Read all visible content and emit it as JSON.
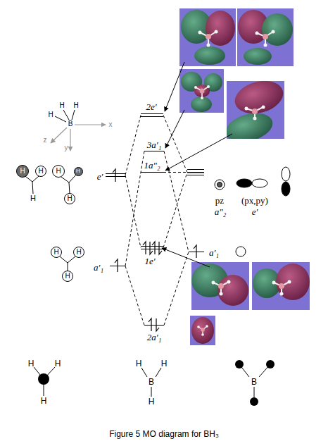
{
  "diagram": {
    "caption": "Figure 5 MO diagram for BH₃",
    "nodes": [
      {
        "text": [
          "2e′"
        ]
      },
      {
        "text": [
          "3a′₁"
        ]
      },
      {
        "text": [
          "H"
        ]
      },
      {
        "text": [
          "H"
        ]
      },
      {
        "text": [
          "H"
        ]
      },
      {
        "text": [
          "H"
        ]
      },
      {
        "text": [
          "e′"
        ]
      },
      {
        "text": [
          "1a″₂"
        ]
      },
      {
        "text": [
          "pz",
          "a″₂",
          "(px,py)",
          "e′"
        ]
      },
      {
        "text": [
          "H"
        ]
      },
      {
        "text": [
          "H"
        ]
      },
      {
        "text": [
          "H"
        ]
      },
      {
        "text": [
          "1e′"
        ]
      },
      {
        "text": [
          "a′₁"
        ]
      },
      {
        "text": [
          "a′₁"
        ]
      },
      {
        "text": [
          "H"
        ]
      },
      {
        "text": [
          "2a′₁"
        ]
      }
    ],
    "edges": [
      {
        "from": 6,
        "to": 0,
        "arrow": "none"
      },
      {
        "from": 6,
        "to": 12,
        "arrow": "none"
      },
      {
        "from": 14,
        "to": 1,
        "arrow": "none"
      },
      {
        "from": 14,
        "to": 16,
        "arrow": "none"
      },
      {
        "from": 0,
        "to": 8,
        "arrow": "none"
      },
      {
        "from": 7,
        "to": 8,
        "arrow": "none"
      },
      {
        "from": 12,
        "to": 8,
        "arrow": "none"
      },
      {
        "from": 1,
        "to": 13,
        "arrow": "none"
      },
      {
        "from": 16,
        "to": 13,
        "arrow": "none"
      }
    ],
    "labels": [
      "H",
      "H",
      "H",
      "B",
      "x",
      "y",
      "z",
      "H",
      "H",
      "H",
      "H",
      "H",
      "H",
      "B",
      "H",
      "B"
    ]
  }
}
